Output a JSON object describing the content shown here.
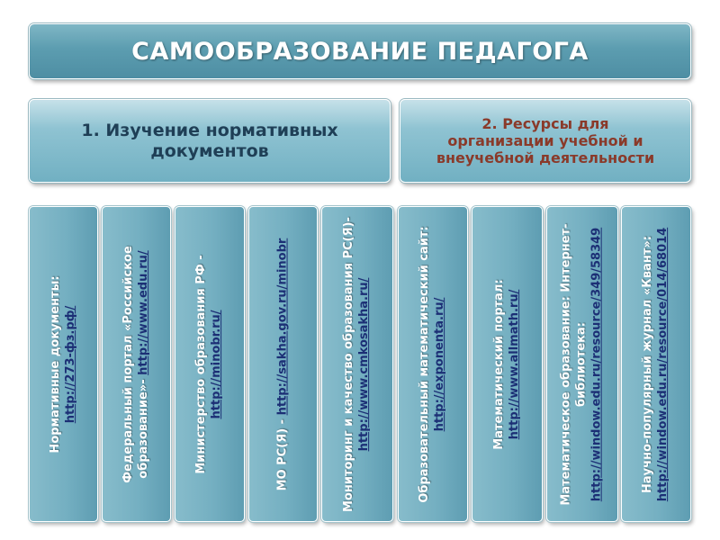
{
  "title": "САМООБРАЗОВАНИЕ ПЕДАГОГА",
  "sections": {
    "left": "1. Изучение нормативных документов",
    "right": "2. Ресурсы для организации учебной и внеучебной деятельности"
  },
  "columns": [
    {
      "text": "Нормативные документы:",
      "link": "http://273-фз.рф/"
    },
    {
      "text": "Федеральный портал «Российское образование»-",
      "link": "http://www.edu.ru/"
    },
    {
      "text": "Министерство образования РФ -",
      "link": "http://minobr.ru/"
    },
    {
      "text": "МО РС(Я) - ",
      "link": "http://sakha.gov.ru/minobr"
    },
    {
      "text": "Мониторинг и качество образования РС(Я)- ",
      "link": "http://www.cmkosakha.ru/"
    },
    {
      "text": "Образовательный математический сайт:",
      "link": "http://exponenta.ru/"
    },
    {
      "text": "Математический портал:",
      "link": "http://www.allmath.ru/"
    },
    {
      "text": "Математическое образование: Интернет-библиотека:",
      "link": "http://window.edu.ru/resource/349/58349"
    },
    {
      "text": "Научно-популярный журнал «Квант»:",
      "link": "http://window.edu.ru/resource/014/68014"
    }
  ],
  "colors": {
    "title_bg": "#5c9db0",
    "section_bg": "#8fc3d2",
    "column_bg": "#74afc1",
    "link": "#1c2f75",
    "right_section_text": "#8a3a2a"
  }
}
